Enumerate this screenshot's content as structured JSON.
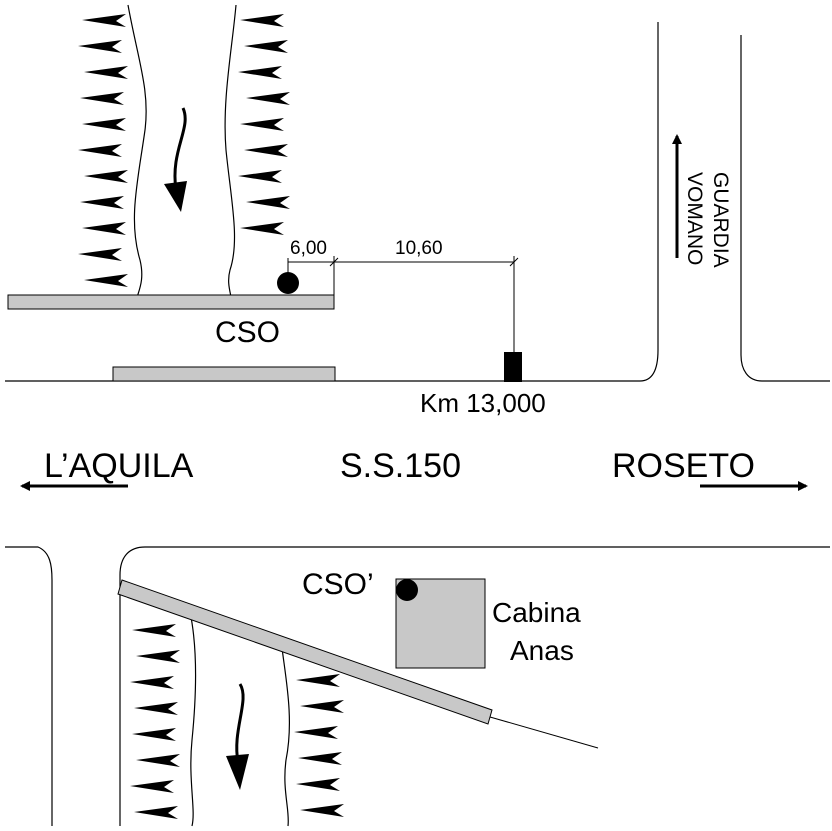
{
  "colors": {
    "line": "#000000",
    "fill_gray": "#c8c8c8",
    "background": "#ffffff"
  },
  "labels": {
    "cso_north": "CSO",
    "cso_south": "CSO’",
    "km_marker": "Km 13,000",
    "road_name": "S.S.150",
    "west_destination": "L’AQUILA",
    "east_destination": "ROSETO",
    "north_destination_line1": "GUARDIA",
    "north_destination_line2": "VOMANO",
    "cabin_line1": "Cabina",
    "cabin_line2": "Anas"
  },
  "dimensions": {
    "first": "6,00",
    "second": "10,60"
  },
  "icons": {
    "arrow_west": "arrow-left-icon",
    "arrow_east": "arrow-right-icon",
    "arrow_north": "arrow-up-icon",
    "flow_arrow": "curved-arrow-down-icon",
    "vegetation": "vegetation-hatch"
  }
}
